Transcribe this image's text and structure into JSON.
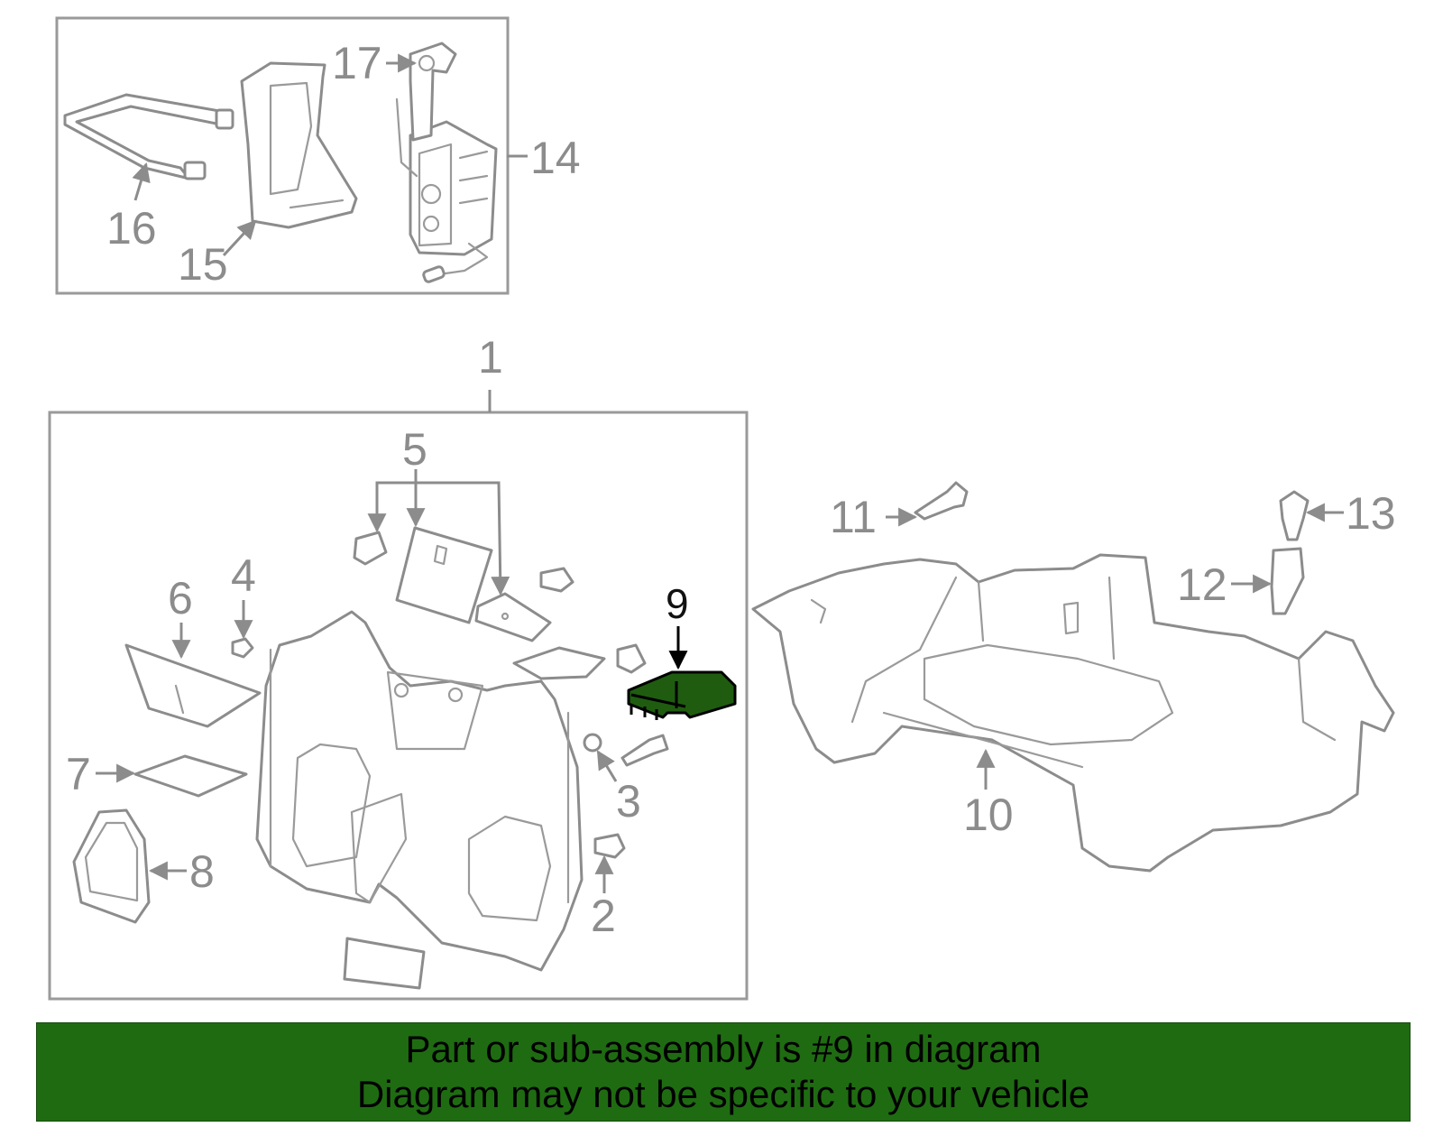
{
  "diagram": {
    "callouts": {
      "c1": "1",
      "c2": "2",
      "c3": "3",
      "c4": "4",
      "c5": "5",
      "c6": "6",
      "c7": "7",
      "c8": "8",
      "c9": "9",
      "c10": "10",
      "c11": "11",
      "c12": "12",
      "c13": "13",
      "c14": "14",
      "c15": "15",
      "c16": "16",
      "c17": "17"
    },
    "highlighted_part": "9",
    "highlight_color": "#1f5c10"
  },
  "banner": {
    "line1": "Part or sub-assembly is #9 in diagram",
    "line2": "Diagram may not be specific to your vehicle",
    "background": "#1f6b12"
  }
}
